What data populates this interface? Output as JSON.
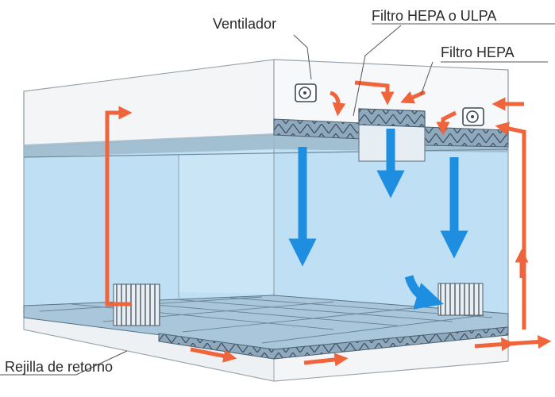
{
  "labels": {
    "ventilador": "Ventilador",
    "filtro_hepa_ulpa": "Filtro HEPA o ULPA",
    "filtro_hepa": "Filtro HEPA",
    "rejilla": "Rejilla de retorno"
  },
  "colors": {
    "room_fill": "#bfe0f4",
    "air_down": "#1e8fe0",
    "air_return": "#f0643c",
    "structure": "#7f8a95",
    "panel": "#f6f7f8"
  },
  "icons": [
    "fan-icon",
    "airflow-arrow-icon"
  ]
}
